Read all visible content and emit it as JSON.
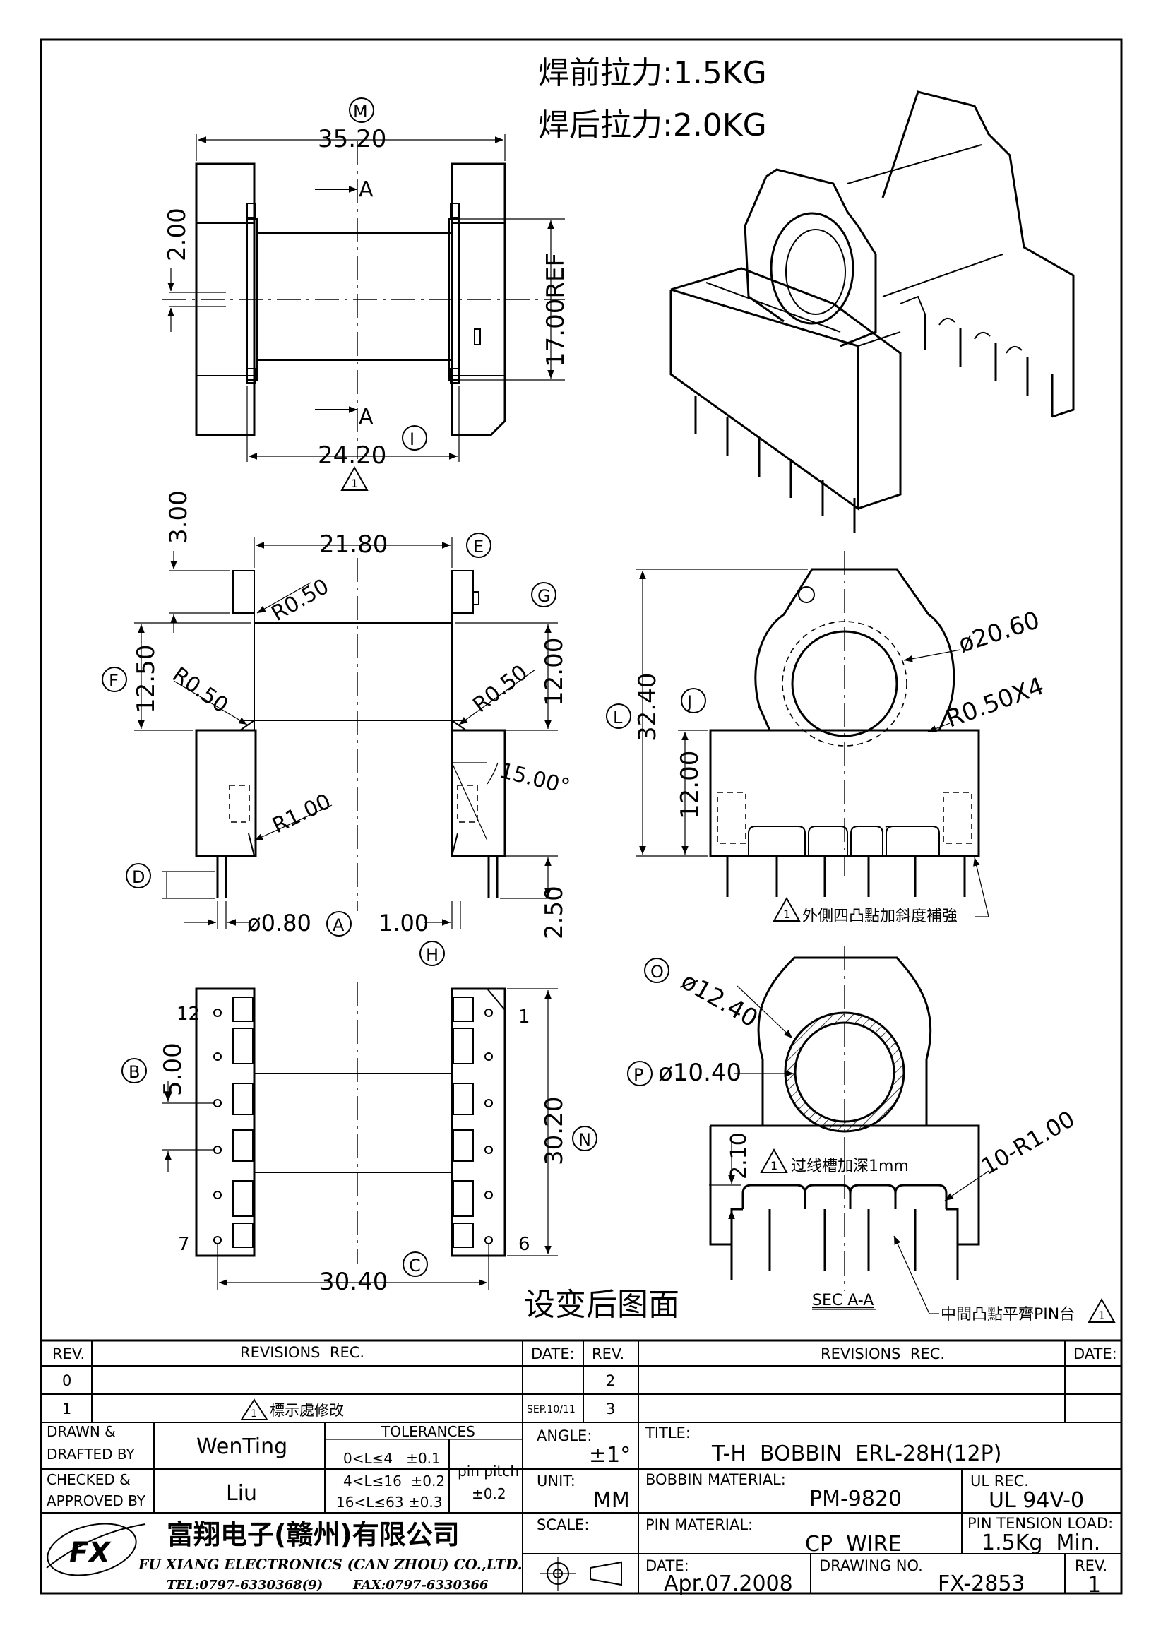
{
  "header": {
    "pull_before": "焊前拉力:1.5KG",
    "pull_after": "焊后拉力:2.0KG",
    "section_caption": "设变后图面"
  },
  "top_view": {
    "dim_width": "35.20",
    "dim_inner": "24.20",
    "dim_slot": "2.00",
    "dim_ref": "17.00REF",
    "section_marker": "A",
    "label_m": "M",
    "label_i": "I",
    "rev_mark": "1"
  },
  "front_view": {
    "dim_top": "21.80",
    "dim_step": "3.00",
    "dim_f": "12.50",
    "dim_g": "12.00",
    "radius_1": "R0.50",
    "radius_2": "R0.50",
    "radius_3": "R0.50",
    "radius_4": "R1.00",
    "angle": "15.00°",
    "dim_pin_dia": "ø0.80",
    "dim_pin_off": "1.00",
    "dim_pin_len": "2.50",
    "label_e": "E",
    "label_g": "G",
    "label_f": "F",
    "label_d": "D",
    "label_a": "A",
    "label_h": "H"
  },
  "side_view": {
    "dim_height": "32.40",
    "dim_base": "12.00",
    "dia_flange": "ø20.60",
    "radius_note": "R0.50X4",
    "label_l": "L",
    "label_j": "J",
    "rev_mark": "1",
    "note": "外側四凸點加斜度補強"
  },
  "bottom_view": {
    "pin_first": "12",
    "pin_right_top": "1",
    "pin_left_bottom": "7",
    "pin_right_bottom": "6",
    "dim_pitch": "5.00",
    "dim_height": "30.20",
    "dim_width": "30.40",
    "label_b": "B",
    "label_n": "N",
    "label_c": "C"
  },
  "section_view": {
    "dia_outer": "ø12.40",
    "dia_inner": "ø10.40",
    "dim_groove": "2.10",
    "groove_note": "过线槽加深1mm",
    "radius_note": "10-R1.00",
    "title": "SEC A-A",
    "pin_note": "中間凸點平齊PIN台",
    "label_o": "O",
    "label_p": "P",
    "rev_mark": "1"
  },
  "title_block": {
    "rev_header": "REV.",
    "revisions_header": "REVISIONS  REC.",
    "date_header": "DATE:",
    "rev_0": "0",
    "rev_1": "1",
    "rev_2": "2",
    "rev_3": "3",
    "rev_1_note": "標示處修改",
    "rev_1_date": "SEP.10/11",
    "rev_1_mark": "1",
    "drawn_label_1": "DRAWN &",
    "drawn_label_2": "DRAFTED BY",
    "drawn_by": "WenTing",
    "checked_label_1": "CHECKED &",
    "checked_label_2": "APPROVED BY",
    "checked_by": "Liu",
    "tolerances_header": "TOLERANCES",
    "tol_1": "0<L≤4   ±0.1",
    "tol_2": "4<L≤16  ±0.2",
    "tol_3": "16<L≤63 ±0.3",
    "pin_pitch_label": "pin pitch",
    "pin_pitch_value": "±0.2",
    "angle_label": "ANGLE:",
    "angle_value": "±1°",
    "unit_label": "UNIT:",
    "unit_value": "MM",
    "scale_label": "SCALE:",
    "title_label": "TITLE:",
    "title_value": "T-H  BOBBIN  ERL-28H(12P)",
    "bobbin_material_label": "BOBBIN MATERIAL:",
    "bobbin_material_value": "PM-9820",
    "ul_rec_label": "UL REC.",
    "ul_rec_value": "UL 94V-0",
    "pin_material_label": "PIN MATERIAL:",
    "pin_material_value": "CP  WIRE",
    "pin_tension_label": "PIN TENSION LOAD:",
    "pin_tension_value": "1.5Kg  Min.",
    "date_label": "DATE:",
    "date_value": "Apr.07.2008",
    "drawing_no_label": "DRAWING NO.",
    "drawing_no_value": "FX-2853",
    "rev_label": "REV.",
    "rev_value": "1",
    "company_cn": "富翔电子(赣州)有限公司",
    "company_en": "FU XIANG ELECTRONICS (CAN ZHOU) CO.,LTD.",
    "tel": "TEL:0797-6330368(9)",
    "fax": "FAX:0797-6330366",
    "logo_text": "FX"
  }
}
